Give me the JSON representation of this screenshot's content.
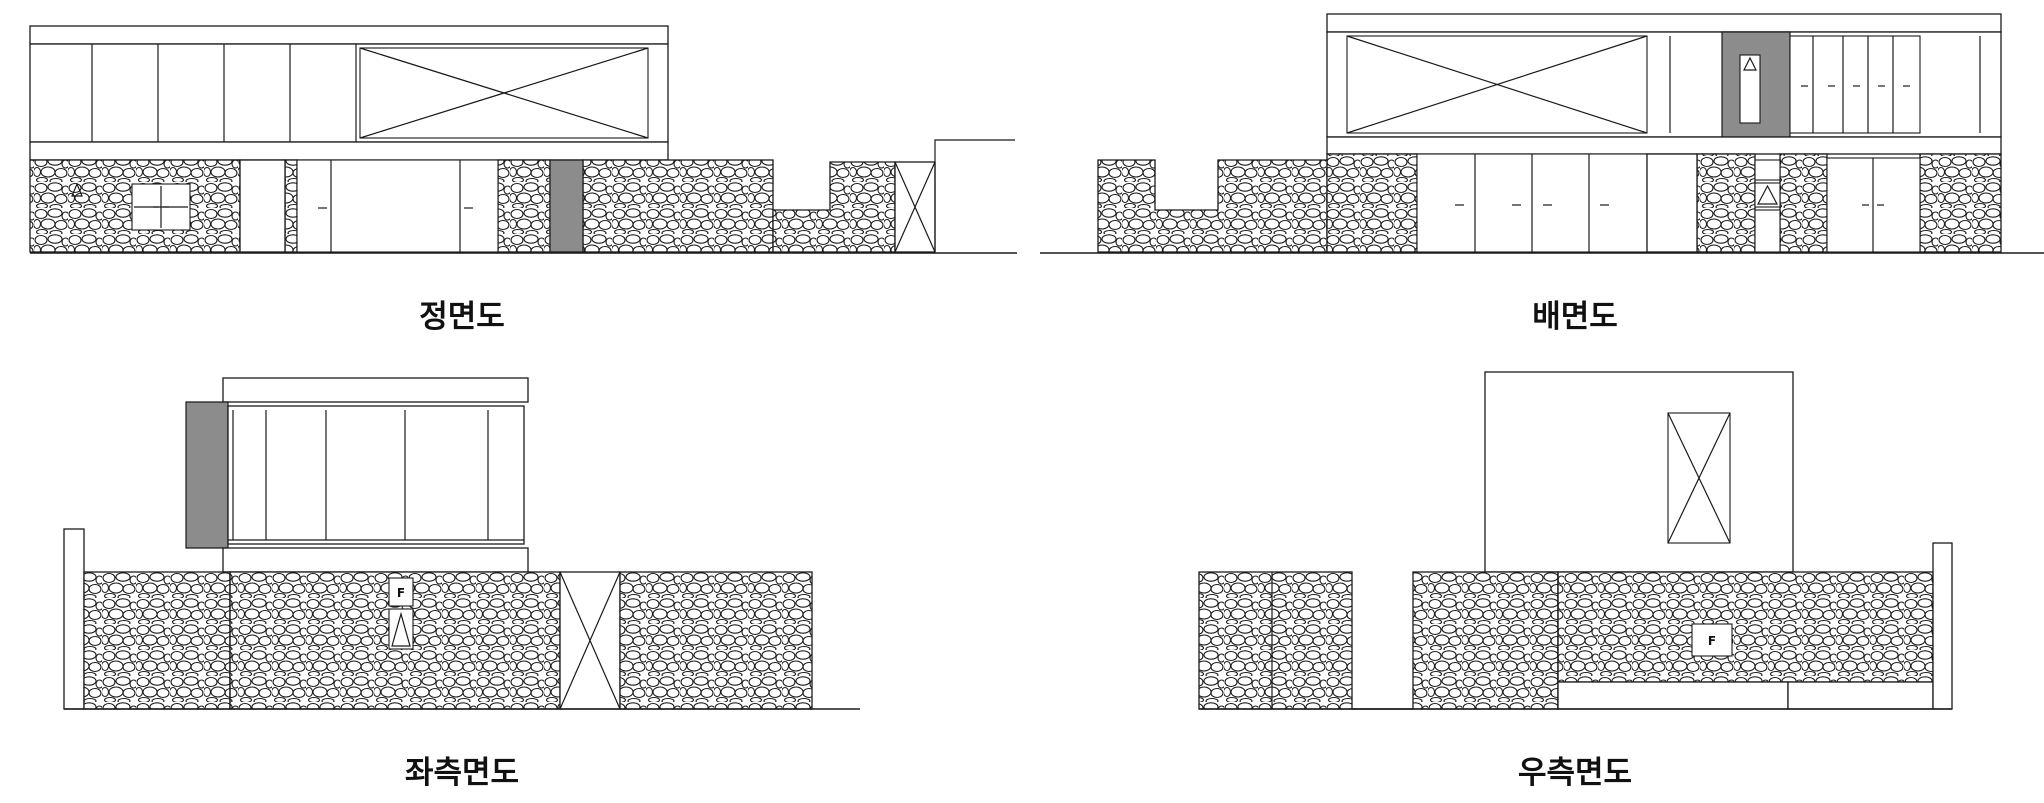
{
  "elevations": {
    "front": {
      "label": "정면도"
    },
    "rear": {
      "label": "배면도"
    },
    "left": {
      "label": "좌측면도"
    },
    "right": {
      "label": "우측면도"
    }
  },
  "symbols": {
    "meter_left": "F",
    "meter_right": "F"
  }
}
